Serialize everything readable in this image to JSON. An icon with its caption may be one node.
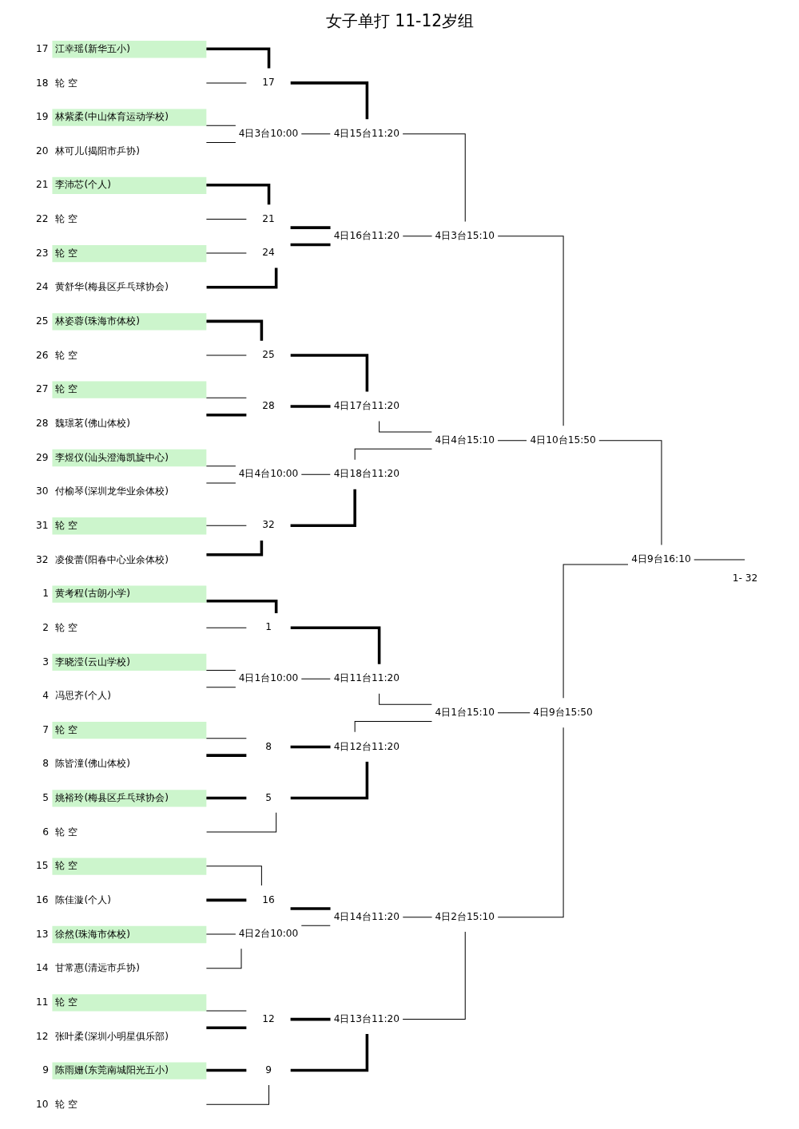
{
  "diagram": {
    "title": "女子单打 11-12岁组",
    "nodes": [
      {
        "text": [
          "黄考程(古朗小学)"
        ],
        "beside": [
          "1"
        ]
      },
      {
        "text": [
          "轮 空"
        ],
        "beside": [
          "2"
        ]
      },
      {
        "text": [
          "李晓滢(云山学校)"
        ],
        "beside": [
          "3"
        ]
      },
      {
        "text": [
          "冯思齐(个人)"
        ],
        "beside": [
          "4"
        ]
      },
      {
        "text": [
          "姚裕玲(梅县区乒乓球协会)"
        ],
        "beside": [
          "5"
        ]
      },
      {
        "text": [
          "轮 空"
        ],
        "beside": [
          "6"
        ]
      },
      {
        "text": [
          "轮 空"
        ],
        "beside": [
          "7"
        ]
      },
      {
        "text": [
          "陈皆潼(佛山体校)"
        ],
        "beside": [
          "8"
        ]
      },
      {
        "text": [
          "陈雨姗(东莞南城阳光五小)"
        ],
        "beside": [
          "9"
        ]
      },
      {
        "text": [
          "轮 空"
        ],
        "beside": [
          "10"
        ]
      },
      {
        "text": [
          "轮 空"
        ],
        "beside": [
          "11"
        ]
      },
      {
        "text": [
          "张叶柔(深圳小明星俱乐部)"
        ],
        "beside": [
          "12"
        ]
      },
      {
        "text": [
          "徐然(珠海市体校)"
        ],
        "beside": [
          "13"
        ]
      },
      {
        "text": [
          "甘常惠(清远市乒协)"
        ],
        "beside": [
          "14"
        ]
      },
      {
        "text": [
          "轮 空"
        ],
        "beside": [
          "15"
        ]
      },
      {
        "text": [
          "陈佳漩(个人)"
        ],
        "beside": [
          "16"
        ]
      },
      {
        "text": [
          "江幸瑶(新华五小)"
        ],
        "beside": [
          "17"
        ]
      },
      {
        "text": [
          "轮 空"
        ],
        "beside": [
          "18"
        ]
      },
      {
        "text": [
          "林紫柔(中山体育运动学校)"
        ],
        "beside": [
          "19"
        ]
      },
      {
        "text": [
          "林可儿(揭阳市乒协)"
        ],
        "beside": [
          "20"
        ]
      },
      {
        "text": [
          "李沛芯(个人)"
        ],
        "beside": [
          "21"
        ]
      },
      {
        "text": [
          "轮 空"
        ],
        "beside": [
          "22"
        ]
      },
      {
        "text": [
          "轮 空"
        ],
        "beside": [
          "23"
        ]
      },
      {
        "text": [
          "黄舒华(梅县区乒乓球协会)"
        ],
        "beside": [
          "24"
        ]
      },
      {
        "text": [
          "林姿蓉(珠海市体校)"
        ],
        "beside": [
          "25"
        ]
      },
      {
        "text": [
          "轮 空"
        ],
        "beside": [
          "26"
        ]
      },
      {
        "text": [
          "轮 空"
        ],
        "beside": [
          "27"
        ]
      },
      {
        "text": [
          "魏璟茗(佛山体校)"
        ],
        "beside": [
          "28"
        ]
      },
      {
        "text": [
          "李煜仪(汕头澄海凯旋中心)"
        ],
        "beside": [
          "29"
        ]
      },
      {
        "text": [
          "付榆琴(深圳龙华业余体校)"
        ],
        "beside": [
          "30"
        ]
      },
      {
        "text": [
          "轮 空"
        ],
        "beside": [
          "31"
        ]
      },
      {
        "text": [
          "凌俊蕾(阳春中心业余体校)"
        ],
        "beside": [
          "32"
        ]
      },
      {
        "text": [
          "1"
        ]
      },
      {
        "text": [
          "4日1台10:00"
        ]
      },
      {
        "text": [
          "5"
        ]
      },
      {
        "text": [
          "8"
        ]
      },
      {
        "text": [
          "9"
        ]
      },
      {
        "text": [
          "12"
        ]
      },
      {
        "text": [
          "4日2台10:00"
        ]
      },
      {
        "text": [
          "16"
        ]
      },
      {
        "text": [
          "17"
        ]
      },
      {
        "text": [
          "4日3台10:00"
        ]
      },
      {
        "text": [
          "21"
        ]
      },
      {
        "text": [
          "24"
        ]
      },
      {
        "text": [
          "25"
        ]
      },
      {
        "text": [
          "28"
        ]
      },
      {
        "text": [
          "4日4台10:00"
        ]
      },
      {
        "text": [
          "32"
        ]
      },
      {
        "text": [
          "4日11台11:20"
        ]
      },
      {
        "text": [
          "4日12台11:20"
        ]
      },
      {
        "text": [
          "4日13台11:20"
        ]
      },
      {
        "text": [
          "4日14台11:20"
        ]
      },
      {
        "text": [
          "4日15台11:20"
        ]
      },
      {
        "text": [
          "4日16台11:20"
        ]
      },
      {
        "text": [
          "4日17台11:20"
        ]
      },
      {
        "text": [
          "4日18台11:20"
        ]
      },
      {
        "text": [
          "4日1台15:10"
        ]
      },
      {
        "text": [
          "4日2台15:10"
        ]
      },
      {
        "text": [
          "4日3台15:10"
        ]
      },
      {
        "text": [
          "4日4台15:10"
        ]
      },
      {
        "text": [
          "4日9台15:50"
        ]
      },
      {
        "text": [
          "4日10台15:50"
        ]
      },
      {
        "text": [
          "4日9台16:10"
        ]
      }
    ],
    "edges": [
      {
        "from": 0,
        "to": 32,
        "arrow": "none",
        "style": "thick"
      },
      {
        "from": 1,
        "to": 32,
        "arrow": "none"
      },
      {
        "from": 2,
        "to": 33,
        "arrow": "none"
      },
      {
        "from": 3,
        "to": 33,
        "arrow": "none"
      },
      {
        "from": 4,
        "to": 34,
        "arrow": "none",
        "style": "thick"
      },
      {
        "from": 5,
        "to": 34,
        "arrow": "none"
      },
      {
        "from": 6,
        "to": 35,
        "arrow": "none"
      },
      {
        "from": 7,
        "to": 35,
        "arrow": "none",
        "style": "thick"
      },
      {
        "from": 8,
        "to": 36,
        "arrow": "none",
        "style": "thick"
      },
      {
        "from": 9,
        "to": 36,
        "arrow": "none"
      },
      {
        "from": 10,
        "to": 37,
        "arrow": "none"
      },
      {
        "from": 11,
        "to": 37,
        "arrow": "none",
        "style": "thick"
      },
      {
        "from": 12,
        "to": 38,
        "arrow": "none"
      },
      {
        "from": 13,
        "to": 38,
        "arrow": "none"
      },
      {
        "from": 14,
        "to": 39,
        "arrow": "none"
      },
      {
        "from": 15,
        "to": 39,
        "arrow": "none",
        "style": "thick"
      },
      {
        "from": 16,
        "to": 40,
        "arrow": "none",
        "style": "thick"
      },
      {
        "from": 17,
        "to": 40,
        "arrow": "none"
      },
      {
        "from": 18,
        "to": 41,
        "arrow": "none"
      },
      {
        "from": 19,
        "to": 41,
        "arrow": "none"
      },
      {
        "from": 20,
        "to": 42,
        "arrow": "none",
        "style": "thick"
      },
      {
        "from": 21,
        "to": 42,
        "arrow": "none"
      },
      {
        "from": 22,
        "to": 43,
        "arrow": "none"
      },
      {
        "from": 23,
        "to": 43,
        "arrow": "none",
        "style": "thick"
      },
      {
        "from": 24,
        "to": 44,
        "arrow": "none",
        "style": "thick"
      },
      {
        "from": 25,
        "to": 44,
        "arrow": "none"
      },
      {
        "from": 26,
        "to": 45,
        "arrow": "none"
      },
      {
        "from": 27,
        "to": 45,
        "arrow": "none",
        "style": "thick"
      },
      {
        "from": 28,
        "to": 46,
        "arrow": "none"
      },
      {
        "from": 29,
        "to": 46,
        "arrow": "none"
      },
      {
        "from": 30,
        "to": 47,
        "arrow": "none"
      },
      {
        "from": 31,
        "to": 47,
        "arrow": "none",
        "style": "thick"
      },
      {
        "from": 32,
        "to": 48,
        "arrow": "none",
        "style": "thick"
      },
      {
        "from": 33,
        "to": 48,
        "arrow": "none"
      },
      {
        "from": 34,
        "to": 49,
        "arrow": "none",
        "style": "thick"
      },
      {
        "from": 35,
        "to": 49,
        "arrow": "none",
        "style": "thick"
      },
      {
        "from": 36,
        "to": 50,
        "arrow": "none",
        "style": "thick"
      },
      {
        "from": 37,
        "to": 50,
        "arrow": "none",
        "style": "thick"
      },
      {
        "from": 38,
        "to": 51,
        "arrow": "none"
      },
      {
        "from": 39,
        "to": 51,
        "arrow": "none",
        "style": "thick"
      },
      {
        "from": 40,
        "to": 52,
        "arrow": "none",
        "style": "thick"
      },
      {
        "from": 41,
        "to": 52,
        "arrow": "none"
      },
      {
        "from": 42,
        "to": 53,
        "arrow": "none",
        "style": "thick"
      },
      {
        "from": 43,
        "to": 53,
        "arrow": "none",
        "style": "thick"
      },
      {
        "from": 44,
        "to": 54,
        "arrow": "none",
        "style": "thick"
      },
      {
        "from": 45,
        "to": 54,
        "arrow": "none",
        "style": "thick"
      },
      {
        "from": 46,
        "to": 55,
        "arrow": "none"
      },
      {
        "from": 47,
        "to": 55,
        "arrow": "none",
        "style": "thick"
      },
      {
        "from": 48,
        "to": 56,
        "arrow": "none"
      },
      {
        "from": 49,
        "to": 56,
        "arrow": "none"
      },
      {
        "from": 50,
        "to": 57,
        "arrow": "none"
      },
      {
        "from": 51,
        "to": 57,
        "arrow": "none"
      },
      {
        "from": 52,
        "to": 58,
        "arrow": "none"
      },
      {
        "from": 53,
        "to": 58,
        "arrow": "none"
      },
      {
        "from": 54,
        "to": 59,
        "arrow": "none"
      },
      {
        "from": 55,
        "to": 59,
        "arrow": "none"
      },
      {
        "from": 56,
        "to": 60,
        "arrow": "none"
      },
      {
        "from": 57,
        "to": 60,
        "arrow": "none"
      },
      {
        "from": 58,
        "to": 61,
        "arrow": "none"
      },
      {
        "from": 59,
        "to": 61,
        "arrow": "none"
      },
      {
        "from": 60,
        "to": 62,
        "arrow": "none"
      },
      {
        "from": 61,
        "to": 62,
        "arrow": "none"
      },
      {
        "from": 62,
        "to": null,
        "arrow": "none"
      }
    ],
    "labels": [
      "1- 32"
    ]
  }
}
